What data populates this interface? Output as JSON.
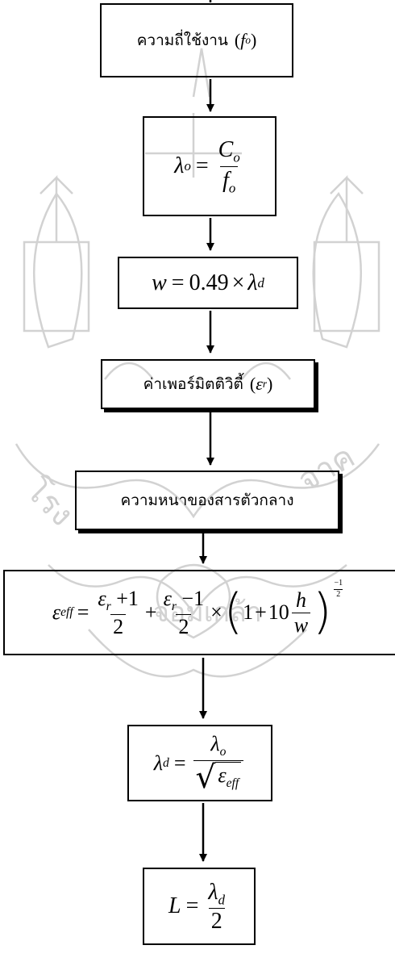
{
  "flowchart": {
    "step1": {
      "text": "ความถี่ใช้งาน",
      "symbol": "f",
      "sub": "o"
    },
    "step2": {
      "lhs": "λ",
      "lhs_sub": "o",
      "num": "C",
      "num_sub": "o",
      "den": "f",
      "den_sub": "o"
    },
    "step3": {
      "lhs": "w",
      "rhs_number": "0.49",
      "times": "×",
      "var": "λ",
      "var_sub": "d"
    },
    "step4": {
      "text": "ค่าเพอร์มิตติวิตี้",
      "symbol": "ε",
      "sub": "r"
    },
    "step5": {
      "text": "ความหนาของสารตัวกลาง"
    },
    "step6": {
      "lhs": "ε",
      "lhs_sub": "eff",
      "frac1_num": "ε",
      "frac1_num_sub": "r",
      "frac1_num_tail": " +1",
      "frac1_den": "2",
      "plus": "+",
      "frac2_num": "ε",
      "frac2_num_sub": "r",
      "frac2_num_tail": " −1",
      "frac2_den": "2",
      "times": "×",
      "one": "1",
      "plus2": "+",
      "ten": "10",
      "h": "h",
      "w": "w",
      "exp_num": "−1",
      "exp_den": "2"
    },
    "step7": {
      "lhs": "λ",
      "lhs_sub": "d",
      "num": "λ",
      "num_sub": "o",
      "den": "ε",
      "den_sub": "eff"
    },
    "step8": {
      "lhs": "L",
      "num": "λ",
      "num_sub": "d",
      "den": "2"
    }
  },
  "colors": {
    "watermark": "#d4d4d4",
    "ink": "#000000"
  }
}
